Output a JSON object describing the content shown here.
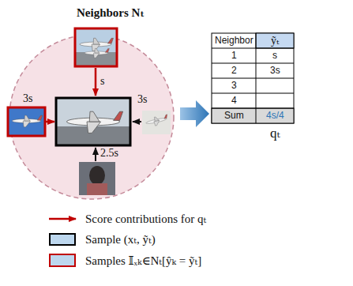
{
  "diagram": {
    "title": "Neighbors Nₜ",
    "labels": [
      "s",
      "3s",
      "3s",
      "2.5s",
      "Neighbor",
      "ỹₜ",
      "1",
      "s",
      "2",
      "3s",
      "3",
      "4",
      "Sum",
      "4s/4",
      "qₜ"
    ],
    "legend": [
      {
        "text": "Score contributions for qₜ"
      },
      {
        "text": "Sample (xₜ, ỹₜ)"
      },
      {
        "text": "Samples 𝕀ₓₖ∈Nₜ[ŷₖ = ỹₜ]"
      }
    ]
  }
}
